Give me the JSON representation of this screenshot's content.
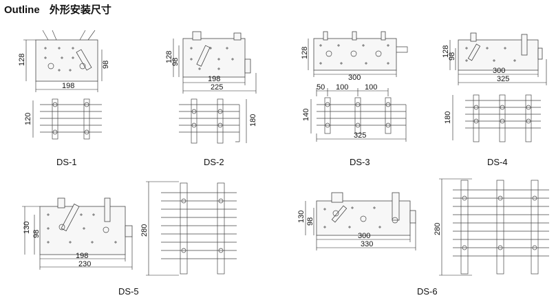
{
  "title": {
    "en": "Outline",
    "zh": "外形安装尺寸"
  },
  "models": [
    {
      "id": "ds1",
      "name": "DS-1",
      "top": {
        "w": "198",
        "h1": "128",
        "h2": "98"
      },
      "front": {
        "h": "120"
      }
    },
    {
      "id": "ds2",
      "name": "DS-2",
      "top": {
        "w1": "198",
        "w2": "225",
        "h1": "128",
        "h2": "98"
      },
      "front": {
        "h": "180"
      }
    },
    {
      "id": "ds3",
      "name": "DS-3",
      "top": {
        "w": "300",
        "h": "128"
      },
      "front": {
        "s1": "50",
        "s2": "100",
        "s3": "100",
        "w": "325",
        "h": "140"
      }
    },
    {
      "id": "ds4",
      "name": "DS-4",
      "top": {
        "w1": "300",
        "w2": "325",
        "h1": "128",
        "h2": "98"
      },
      "front": {
        "h": "180"
      }
    },
    {
      "id": "ds5",
      "name": "DS-5",
      "top": {
        "w1": "198",
        "w2": "230",
        "h1": "130",
        "h2": "98"
      },
      "front": {
        "h": "280"
      }
    },
    {
      "id": "ds6",
      "name": "DS-6",
      "top": {
        "w1": "300",
        "w2": "330",
        "h1": "130",
        "h2": "98"
      },
      "front": {
        "h": "280"
      }
    }
  ]
}
